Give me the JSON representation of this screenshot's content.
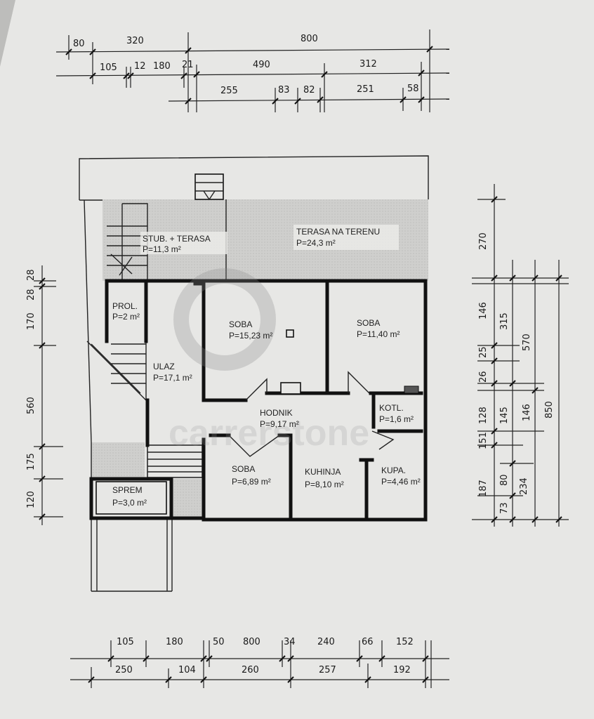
{
  "rooms": [
    {
      "name": "STUB. + TERASA",
      "area": "P=11,3 m²"
    },
    {
      "name": "TERASA NA TERENU",
      "area": "P=24,3 m²"
    },
    {
      "name": "PROL.",
      "area": "P=2 m²"
    },
    {
      "name": "ULAZ",
      "area": "P=17,1 m²"
    },
    {
      "name": "SOBA",
      "area": "P=15,23 m²"
    },
    {
      "name": "SOBA",
      "area": "P=11,40 m²"
    },
    {
      "name": "HODNIK",
      "area": "P=9,17 m²"
    },
    {
      "name": "KOTL.",
      "area": "P=1,6 m²"
    },
    {
      "name": "SOBA",
      "area": "P=6,89 m²"
    },
    {
      "name": "KUHINJA",
      "area": "P=8,10 m²"
    },
    {
      "name": "KUPA.",
      "area": "P=4,46 m²"
    },
    {
      "name": "SPREM",
      "area": "P=3,0 m²"
    }
  ],
  "dimensions": {
    "top_row1": [
      "80",
      "320",
      "800"
    ],
    "top_row2": [
      "105",
      "12",
      "180",
      "21",
      "490",
      "312"
    ],
    "top_row3": [
      "255",
      "83",
      "82",
      "251",
      "58"
    ],
    "bottom_row1": [
      "105",
      "180",
      "50",
      "800",
      "34",
      "240",
      "66",
      "152"
    ],
    "bottom_row2": [
      "250",
      "104",
      "260",
      "257",
      "192"
    ],
    "left": [
      "28",
      "28",
      "170",
      "560",
      "175",
      "120"
    ],
    "right_col1": [
      "270",
      "146",
      "25",
      "26",
      "128",
      "151",
      "187"
    ],
    "right_col2": [
      "315",
      "145",
      "80",
      "73"
    ],
    "right_col3": [
      "570",
      "146",
      "234"
    ],
    "right_col4": [
      "850"
    ]
  },
  "watermark": "carrerstone"
}
